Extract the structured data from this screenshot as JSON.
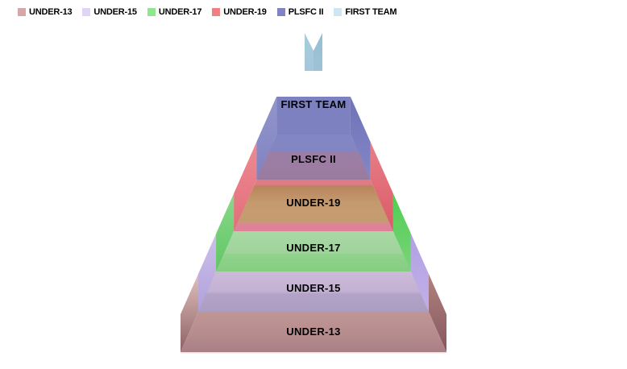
{
  "legend": {
    "items": [
      {
        "label": "UNDER-13",
        "color": "#d6a7a7"
      },
      {
        "label": "UNDER-15",
        "color": "#e0d4f5"
      },
      {
        "label": "UNDER-17",
        "color": "#8fe68c"
      },
      {
        "label": "UNDER-19",
        "color": "#f28083"
      },
      {
        "label": "PLSFC II",
        "color": "#8083c4"
      },
      {
        "label": "FIRST TEAM",
        "color": "#cfe5f2"
      }
    ]
  },
  "chart_data": {
    "type": "pyramid",
    "order": "top-to-bottom",
    "levels": [
      {
        "label": "FIRST TEAM",
        "color": "#cfe5f2",
        "shades": {
          "front": [
            [
              0,
              "#cde4ee"
            ],
            [
              0.68,
              "#b5d3e0"
            ],
            [
              0.72,
              "#a9bfd0"
            ],
            [
              1,
              "#a5bbcb"
            ]
          ],
          "top": null,
          "sideL": [
            "#a8ccdd",
            "#9cc2d6"
          ],
          "sideR": [
            "#97bed2",
            "#a9cbdb"
          ]
        }
      },
      {
        "label": "PLSFC II",
        "color": "#8083c4",
        "shades": {
          "front": [
            [
              0,
              "#8286c3"
            ],
            [
              0.36,
              "#8286c3"
            ],
            [
              0.4,
              "#9d7ea4"
            ],
            [
              1,
              "#9a7ba0"
            ]
          ],
          "top": "#7e81bf",
          "sideL": [
            "#9396cc",
            "#7f82c0"
          ],
          "sideR": [
            "#6f72b8",
            "#8487c5"
          ]
        }
      },
      {
        "label": "UNDER-19",
        "color": "#f28083",
        "shades": {
          "front": [
            [
              0,
              "#df7b84"
            ],
            [
              0.09,
              "#df7b84"
            ],
            [
              0.13,
              "#b8855e"
            ],
            [
              0.45,
              "#c59a6f"
            ],
            [
              0.82,
              "#c59c71"
            ],
            [
              0.86,
              "#e0839a"
            ],
            [
              1,
              "#dd8198"
            ]
          ],
          "top": "#e28b92",
          "sideL": [
            "#ee8a92",
            "#e26e7a"
          ],
          "sideR": [
            "#e87f88",
            "#da5b67"
          ]
        }
      },
      {
        "label": "UNDER-17",
        "color": "#8fe68c",
        "shades": {
          "front": [
            [
              0,
              "#a9d9a4"
            ],
            [
              0.54,
              "#9fd49b"
            ],
            [
              0.58,
              "#90d28c"
            ],
            [
              1,
              "#85cd81"
            ]
          ],
          "top": "#7ed67e",
          "sideL": [
            "#8ad88a",
            "#5fc763"
          ],
          "sideR": [
            "#52cd52",
            "#79d479"
          ]
        }
      },
      {
        "label": "UNDER-15",
        "color": "#e0d4f5",
        "shades": {
          "front": [
            [
              0,
              "#cdbad9"
            ],
            [
              0.5,
              "#c3b1d2"
            ],
            [
              0.56,
              "#b3a3c7"
            ],
            [
              1,
              "#ab9cc1"
            ]
          ],
          "top": "#c6b6e8",
          "sideL": [
            "#cdc0ea",
            "#b0a0da"
          ],
          "sideR": [
            "#b2a1e3",
            "#c0b0e8"
          ]
        }
      },
      {
        "label": "UNDER-13",
        "color": "#d6a7a7",
        "shades": {
          "front": [
            [
              0,
              "#c09694"
            ],
            [
              0.6,
              "#b58b8e"
            ],
            [
              1,
              "#a87f85"
            ]
          ],
          "top": "#c9a9a6",
          "sideL": [
            "#dfc0bb",
            "#8e6166"
          ],
          "sideR": [
            "#b2827f",
            "#85575e"
          ]
        }
      }
    ]
  }
}
